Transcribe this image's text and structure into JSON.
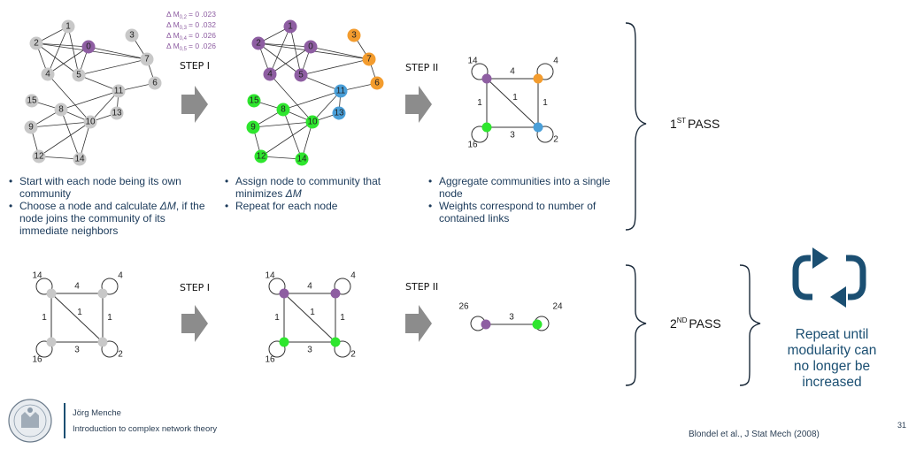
{
  "colors": {
    "gray": "#c8c8c8",
    "purple": "#8e5ea2",
    "orange": "#f39c2e",
    "blue": "#4a9fd8",
    "green": "#2ee62e",
    "arrow": "#8c8c8c",
    "text_blue": "#1b3a5a",
    "brace": "#1b2a3a"
  },
  "delta_m": [
    {
      "label": "Δ M",
      "sub": "0,2",
      "value": "= 0 .023"
    },
    {
      "label": "Δ M",
      "sub": "0,3",
      "value": "= 0 .032"
    },
    {
      "label": "Δ M",
      "sub": "0,4",
      "value": "= 0 .026"
    },
    {
      "label": "Δ M",
      "sub": "0,5",
      "value": "= 0 .026"
    }
  ],
  "steps": {
    "pass1_step1": "STEP I",
    "pass1_step2": "STEP II",
    "pass2_step1": "STEP I",
    "pass2_step2": "STEP II"
  },
  "passes": {
    "first": {
      "num": "1",
      "sup": "ST",
      "word": "PASS"
    },
    "second": {
      "num": "2",
      "sup": "ND",
      "word": "PASS"
    }
  },
  "graph_nodes": [
    "0",
    "1",
    "2",
    "3",
    "4",
    "5",
    "6",
    "7",
    "8",
    "9",
    "10",
    "11",
    "12",
    "13",
    "14",
    "15"
  ],
  "graph_edges": [
    [
      2,
      1
    ],
    [
      2,
      0
    ],
    [
      2,
      4
    ],
    [
      2,
      5
    ],
    [
      2,
      7
    ],
    [
      1,
      4
    ],
    [
      1,
      5
    ],
    [
      0,
      4
    ],
    [
      0,
      5
    ],
    [
      0,
      7
    ],
    [
      3,
      7
    ],
    [
      5,
      7
    ],
    [
      5,
      11
    ],
    [
      7,
      6
    ],
    [
      6,
      11
    ],
    [
      11,
      10
    ],
    [
      11,
      13
    ],
    [
      11,
      8
    ],
    [
      13,
      10
    ],
    [
      15,
      8
    ],
    [
      8,
      9
    ],
    [
      8,
      10
    ],
    [
      8,
      14
    ],
    [
      9,
      10
    ],
    [
      9,
      12
    ],
    [
      10,
      14
    ],
    [
      10,
      12
    ],
    [
      12,
      14
    ],
    [
      4,
      10
    ]
  ],
  "graph_node_communities": [
    "purple",
    "purple",
    "purple",
    "orange",
    "purple",
    "purple",
    "orange",
    "orange",
    "green",
    "green",
    "green",
    "blue",
    "green",
    "blue",
    "green",
    "green"
  ],
  "aggregate_1": {
    "loops": [
      "14",
      "4",
      "16",
      "2"
    ],
    "edges": {
      "top": "4",
      "left": "1",
      "right": "1",
      "bottom": "3",
      "diagonal": "1"
    },
    "node_colors_step2": [
      "purple",
      "orange",
      "green",
      "blue"
    ]
  },
  "aggregate_2": {
    "loops": [
      "14",
      "4",
      "16",
      "2"
    ],
    "edges": {
      "top": "4",
      "left": "1",
      "right": "1",
      "bottom": "3",
      "diagonal": "1"
    },
    "node_colors_step1": [
      "purple",
      "purple",
      "green",
      "green"
    ]
  },
  "final": {
    "left_loop": "26",
    "right_loop": "24",
    "edge": "3"
  },
  "bullets": {
    "col1": [
      "Start with each node being its own community",
      "Choose a node and calculate ΔM, if the node joins the community of its immediate neighbors"
    ],
    "col2": [
      "Assign node to community that minimizes ΔM",
      "Repeat for each node"
    ],
    "col3": [
      "Aggregate communities into a single node",
      "Weights correspond to number of contained links"
    ]
  },
  "repeat_text": "Repeat until modularity can no longer be increased",
  "footer": {
    "author": "Jörg Menche",
    "course": "Introduction to complex network theory",
    "citation": "Blondel et al., J Stat Mech (2008)",
    "page": "31"
  }
}
